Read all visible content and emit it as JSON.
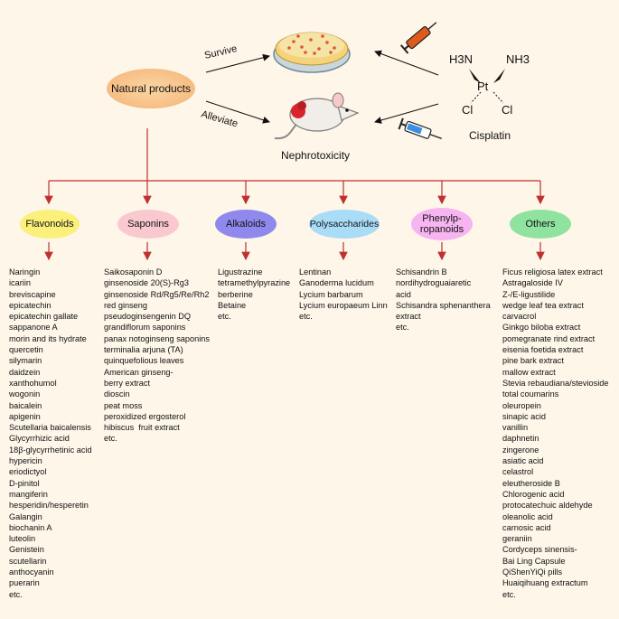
{
  "center": {
    "label": "Natural products"
  },
  "arrows": {
    "survive": "Survive",
    "alleviate": "Alleviate"
  },
  "outcome": {
    "label": "Nephrotoxicity"
  },
  "drug": {
    "name": "Cisplatin",
    "atoms": {
      "n1": "H3N",
      "n2": "NH3",
      "pt": "Pt",
      "cl1": "Cl",
      "cl2": "Cl"
    }
  },
  "categories": [
    {
      "label": "Flavonoids",
      "color": "#fbf07a",
      "items": [
        "Naringin",
        "icariin",
        "breviscapine",
        "epicatechin",
        "epicatechin gallate",
        "sappanone A",
        "morin and its hydrate",
        "quercetin",
        "silymarin",
        "daidzein",
        "xanthohumol",
        "wogonin",
        "baicalein",
        "apigenin",
        "Scutellaria baicalensis",
        "Glycyrrhizic acid",
        "18β-glycyrrhetinic acid",
        "hypericin",
        "eriodictyol",
        "D-pinitol",
        "mangiferin",
        "hesperidin/hesperetin",
        "Galangin",
        "biochanin A",
        "luteolin",
        "Genistein",
        "scutellarin",
        "anthocyanin",
        "puerarin",
        "etc."
      ]
    },
    {
      "label": "Saponins",
      "color": "#f9c9cf",
      "items": [
        "Saikosaponin D",
        "ginsenoside 20(S)-Rg3",
        "ginsenoside Rd/Rg5/Re/Rh2",
        "red ginseng",
        "pseudoginsengenin DQ",
        "grandiflorum saponins",
        "panax notoginseng saponins",
        "terminalia arjuna (TA)",
        "quinquefolious leaves",
        "American ginseng-",
        "berry extract",
        "dioscin",
        "peat moss",
        "peroxidized ergosterol",
        "hibiscus  fruit extract",
        "etc."
      ]
    },
    {
      "label": "Alkaloids",
      "color": "#8f89ee",
      "items": [
        "Ligustrazine",
        "tetramethylpyrazine",
        "berberine",
        "Betaine",
        "etc."
      ]
    },
    {
      "label": "Polysaccharides",
      "color": "#a9dcf7",
      "items": [
        "Lentinan",
        "Ganoderma lucidum",
        "Lycium barbarum",
        "Lycium europaeum Linn",
        "etc."
      ]
    },
    {
      "label": "Phenylp-\nropanoids",
      "color": "#f6b4f0",
      "items": [
        "Schisandrin B",
        "nordihydroguaiaretic",
        "acid",
        "Schisandra sphenanthera",
        "extract",
        "etc."
      ]
    },
    {
      "label": "Others",
      "color": "#8fe39f",
      "items": [
        "Ficus religiosa latex extract",
        "Astragaloside IV",
        "Z-/E-ligustilide",
        "wedge leaf tea extract",
        "carvacrol",
        "Ginkgo biloba extract",
        "pomegranate rind extract",
        "eisenia foetida extract",
        "pine bark extract",
        "mallow extract",
        "Stevia rebaudiana/stevioside",
        "total coumarins",
        "oleuropein",
        "sinapic acid",
        "vanillin",
        "daphnetin",
        "zingerone",
        "asiatic acid",
        "celastrol",
        "eleutheroside B",
        "Chlorogenic acid",
        "protocatechuic aldehyde",
        "oleanolic acid",
        "carnosic acid",
        "geraniin",
        "Cordyceps sinensis-",
        "Bai Ling Capsule",
        "QiShenYiQi pills",
        "Huaiqihuang extractum",
        "etc."
      ]
    }
  ]
}
